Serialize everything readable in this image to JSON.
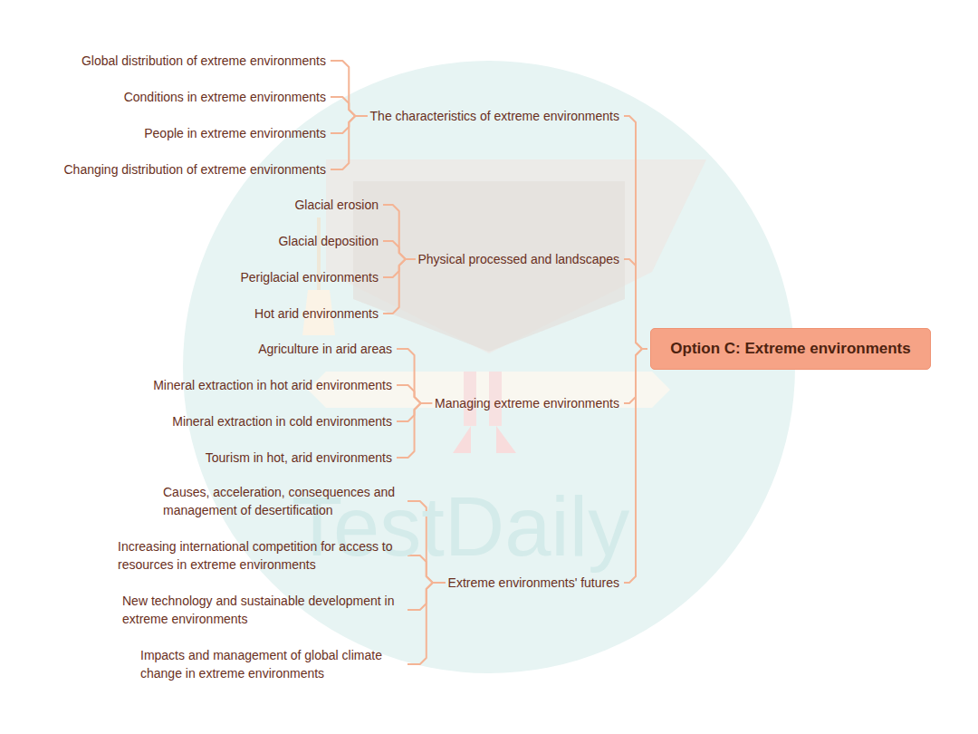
{
  "diagram": {
    "nodes": [
      {
        "text": [
          "Option C: Extreme environments"
        ]
      },
      {
        "text": [
          "The characteristics of extreme environments"
        ]
      },
      {
        "text": [
          "Global distribution of extreme environments"
        ]
      },
      {
        "text": [
          "Conditions in extreme environments"
        ]
      },
      {
        "text": [
          "People in extreme environments"
        ]
      },
      {
        "text": [
          "Changing distribution of extreme environments"
        ]
      },
      {
        "text": [
          "Physical processed and landscapes"
        ]
      },
      {
        "text": [
          "Glacial erosion"
        ]
      },
      {
        "text": [
          "Glacial deposition"
        ]
      },
      {
        "text": [
          "Periglacial environments"
        ]
      },
      {
        "text": [
          "Hot arid environments"
        ]
      },
      {
        "text": [
          "Managing extreme environments"
        ]
      },
      {
        "text": [
          "Agriculture in arid areas"
        ]
      },
      {
        "text": [
          "Mineral extraction in hot arid environments"
        ]
      },
      {
        "text": [
          "Mineral extraction in cold environments"
        ]
      },
      {
        "text": [
          "Tourism in hot, arid environments"
        ]
      },
      {
        "text": [
          "Extreme environments' futures"
        ]
      },
      {
        "text": [
          "Causes, acceleration, consequences and management of desertification"
        ]
      },
      {
        "text": [
          "Increasing international competition for access to resources in extreme environments"
        ]
      },
      {
        "text": [
          "New technology and sustainable development in extreme environments"
        ]
      },
      {
        "text": [
          "Impacts and management of global climate change in extreme environments"
        ]
      }
    ],
    "edges": [
      {
        "from": 0,
        "to": 1,
        "arrow": "none"
      },
      {
        "from": 0,
        "to": 6,
        "arrow": "none"
      },
      {
        "from": 0,
        "to": 11,
        "arrow": "none"
      },
      {
        "from": 0,
        "to": 16,
        "arrow": "none"
      },
      {
        "from": 1,
        "to": 2,
        "arrow": "none"
      },
      {
        "from": 1,
        "to": 3,
        "arrow": "none"
      },
      {
        "from": 1,
        "to": 4,
        "arrow": "none"
      },
      {
        "from": 1,
        "to": 5,
        "arrow": "none"
      },
      {
        "from": 6,
        "to": 7,
        "arrow": "none"
      },
      {
        "from": 6,
        "to": 8,
        "arrow": "none"
      },
      {
        "from": 6,
        "to": 9,
        "arrow": "none"
      },
      {
        "from": 6,
        "to": 10,
        "arrow": "none"
      },
      {
        "from": 11,
        "to": 12,
        "arrow": "none"
      },
      {
        "from": 11,
        "to": 13,
        "arrow": "none"
      },
      {
        "from": 11,
        "to": 14,
        "arrow": "none"
      },
      {
        "from": 11,
        "to": 15,
        "arrow": "none"
      },
      {
        "from": 16,
        "to": 17,
        "arrow": "none"
      },
      {
        "from": 16,
        "to": 18,
        "arrow": "none"
      },
      {
        "from": 16,
        "to": 19,
        "arrow": "none"
      },
      {
        "from": 16,
        "to": 20,
        "arrow": "none"
      }
    ],
    "labels": [
      "TestDaily"
    ]
  }
}
